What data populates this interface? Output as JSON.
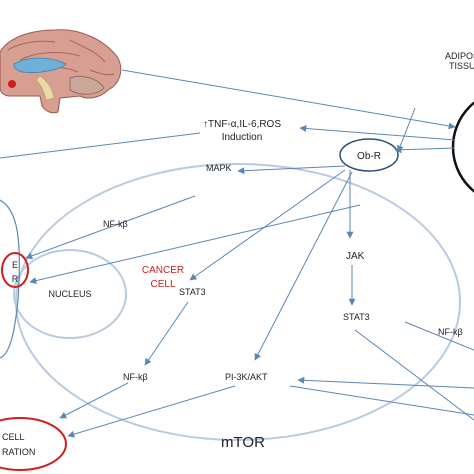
{
  "labels": {
    "adipose_line1": "ADIPOS",
    "adipose_line2": "TISSUE",
    "induction_line1": "↑TNF-α,IL-6,ROS",
    "induction_line2": "Induction",
    "ob_r": "Ob-R",
    "mapk": "MAPK",
    "nfkb_top": "NF-kβ",
    "er_e": "E",
    "er_r": "R",
    "nucleus": "NUCLEUS",
    "cancer_cell_line1": "CANCER",
    "cancer_cell_line2": "CELL",
    "stat3_inner": "STAT3",
    "jak": "JAK",
    "stat3_right": "STAT3",
    "nfkb_right": "NF-kβ",
    "nfkb_bottom": "NF-kβ",
    "pi3k_akt": "PI-3K/AKT",
    "mtor": "mTOR",
    "cell_line1": "CELL",
    "cell_line2": "RATION"
  },
  "colors": {
    "arrow": "#5b87b6",
    "highlight": "#d11d1d",
    "membrane": "#b9cbe0",
    "receptor_stroke": "#2f4f75"
  },
  "icons": {
    "brain": "brain-illustration"
  }
}
